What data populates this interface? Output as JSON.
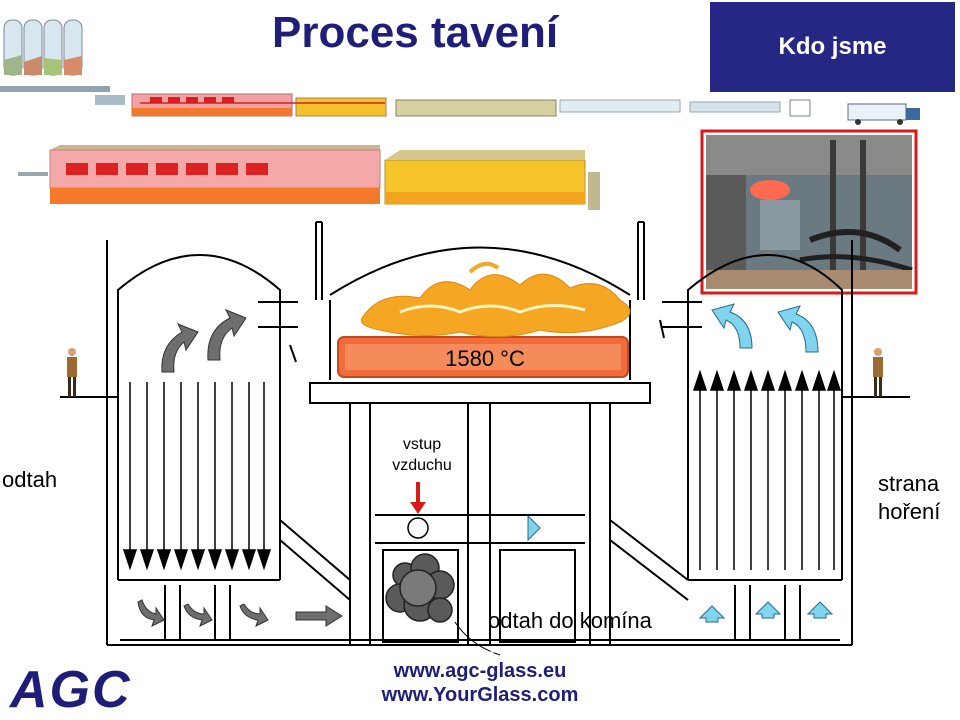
{
  "header": {
    "title": "Proces tavení",
    "nav_button": "Kdo jsme"
  },
  "diagram": {
    "temperature": "1580 °C",
    "air_inlet": [
      "vstup",
      "vzduchu"
    ],
    "left_side": "odtah",
    "right_side": [
      "strana",
      "hoření"
    ],
    "chimney": "odtah do komína"
  },
  "footer": {
    "logo": "AGC",
    "link_1": "www.agc-glass.eu",
    "link_2": "www.YourGlass.com"
  },
  "colors": {
    "brand_blue": "#1f1f7a",
    "nav_bg": "#262684",
    "flame": "#f5a623",
    "glass_melt": "#f26b3a",
    "hot_arrow": "#7fd4ee",
    "exhaust_arrow": "#6e6e6e"
  }
}
